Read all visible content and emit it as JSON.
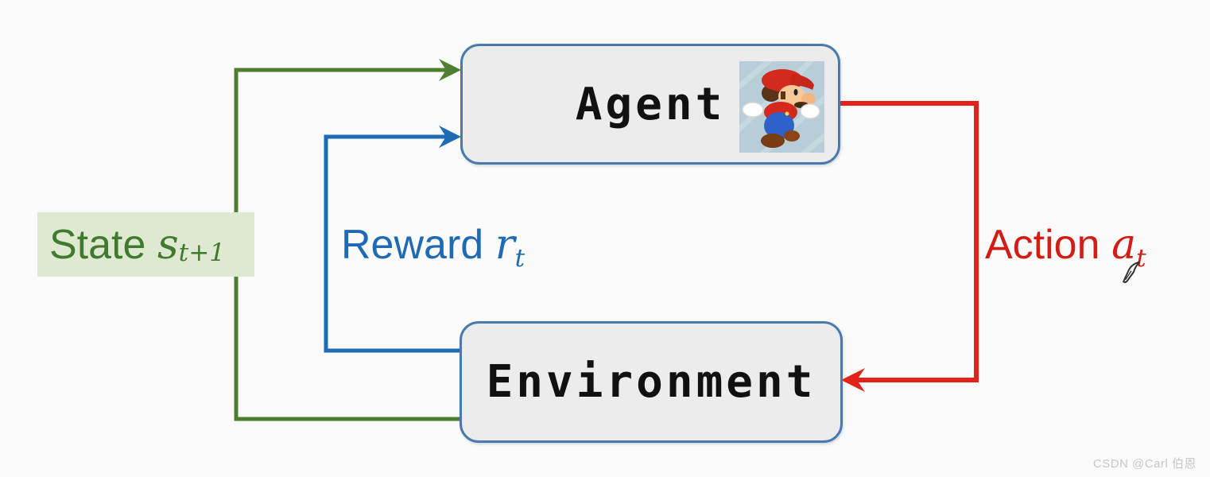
{
  "colors": {
    "state-green": "#4e7f31",
    "state-label-bg": "#dfe9d1",
    "state-text": "#3f7a2e",
    "reward-blue": "#1e6ab4",
    "action-red": "#e2231a",
    "action-text": "#d21d15",
    "node-fill": "#ececec",
    "node-border": "#4a7aac",
    "background": "#fbfbfb",
    "node-text": "#111111",
    "watermark-gray": "#c7c7c7"
  },
  "nodes": {
    "agent": {
      "label": "Agent"
    },
    "environment": {
      "label": "Environment"
    }
  },
  "edges": {
    "state": {
      "word": "State",
      "symbol": "s",
      "subscript": "t+1"
    },
    "reward": {
      "word": "Reward",
      "symbol": "r",
      "subscript": "t"
    },
    "action": {
      "word": "Action",
      "symbol": "a",
      "subscript": "t"
    }
  },
  "icons": {
    "mario": "mario-sprite",
    "pen": "pen-cursor"
  },
  "watermark": "CSDN @Carl 伯恩"
}
